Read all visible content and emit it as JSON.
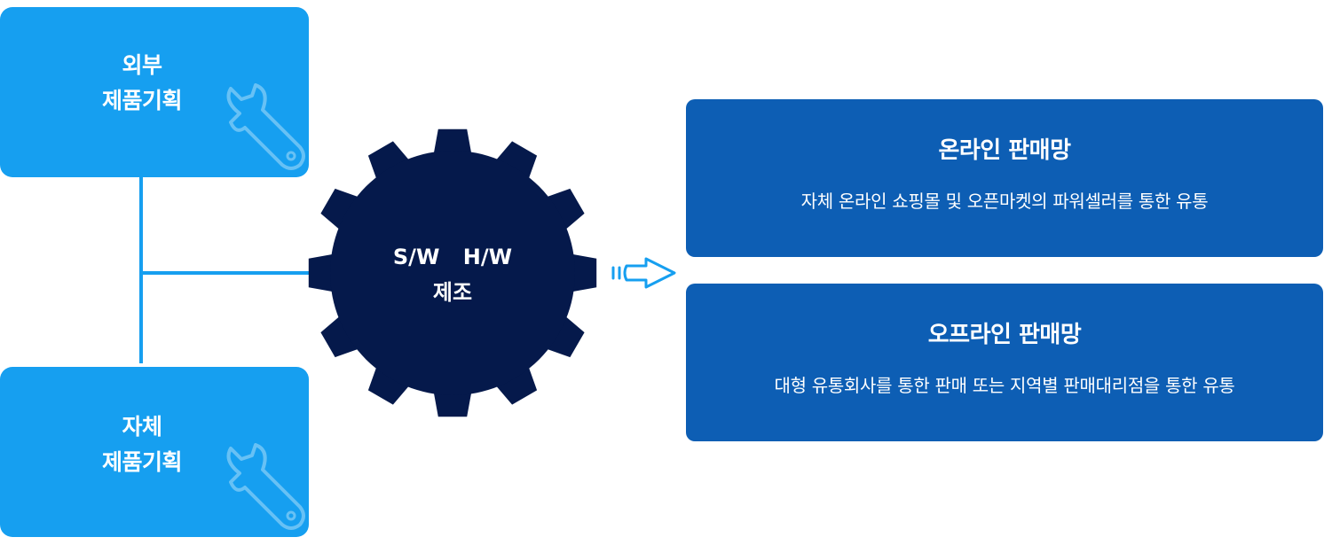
{
  "planning": {
    "external": {
      "line1": "외부",
      "line2": "제품기획",
      "icon": "wrench-icon"
    },
    "internal": {
      "line1": "자체",
      "line2": "제품기획",
      "icon": "wrench-icon"
    }
  },
  "manufacturing": {
    "line1": "S/W H/W",
    "line2": "제조",
    "icon": "gear-icon"
  },
  "flow_arrow": {
    "icon": "arrow-right-icon"
  },
  "channels": {
    "online": {
      "title": "온라인 판매망",
      "description": "자체 온라인 쇼핑몰 및 오픈마켓의 파워셀러를 통한 유통"
    },
    "offline": {
      "title": "오프라인 판매망",
      "description": "대형 유통회사를 통한 판매 또는 지역별 판매대리점을 통한 유통"
    }
  },
  "colors": {
    "planning_box": "#169ff0",
    "gear": "#05194b",
    "channel_box": "#0d5eb4",
    "wrench_outline": "#67c1f5"
  }
}
